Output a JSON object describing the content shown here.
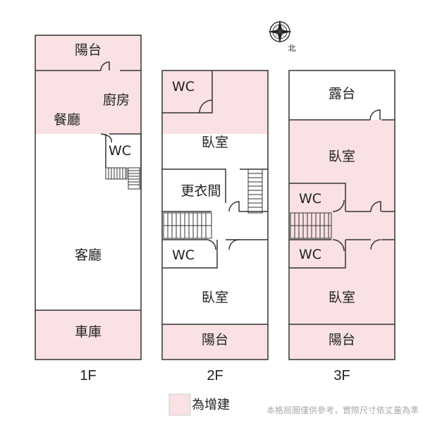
{
  "colors": {
    "added_fill": "#f9e1e4",
    "wall": "#333333",
    "background": "#ffffff"
  },
  "compass": {
    "icon": "compass-rose-icon",
    "north_label": "北"
  },
  "floors": [
    {
      "label": "1F",
      "rooms": {
        "balcony": "陽台",
        "kitchen": "廚房",
        "dining": "餐廳",
        "wc": "WC",
        "living": "客廳",
        "garage": "車庫"
      }
    },
    {
      "label": "2F",
      "rooms": {
        "wc_top": "WC",
        "bedroom_top": "臥室",
        "closet": "更衣間",
        "wc_bottom": "WC",
        "bedroom_bottom": "臥室",
        "balcony": "陽台"
      }
    },
    {
      "label": "3F",
      "rooms": {
        "terrace": "露台",
        "bedroom_top": "臥室",
        "wc_top": "WC",
        "wc_bottom": "WC",
        "bedroom_bottom": "臥室",
        "balcony": "陽台"
      }
    }
  ],
  "legend": {
    "label": "為增建"
  },
  "disclaimer": "本格局圖僅供參考，實際尺寸依丈量為準"
}
